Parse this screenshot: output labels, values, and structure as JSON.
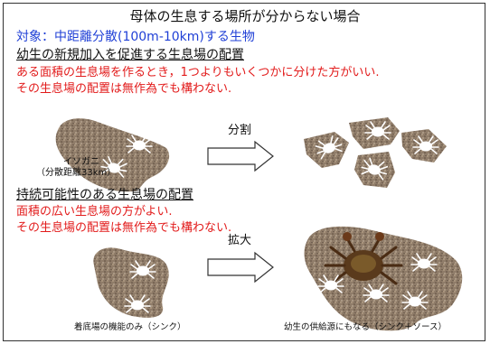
{
  "title": "母体の生息する場所が分からない場合",
  "target_line": "対象：中距離分散(100m-10km)する生物",
  "section1": {
    "heading": "幼生の新規加入を促進する生息場の配置",
    "line1": "ある面積の生息場を作るとき，1つよりもいくつかに分けた方がいい.",
    "line2": "その生息場の配置は無作為でも構わない.",
    "arrow_label": "分割",
    "species_label": "イソガニ",
    "species_sub": "（分散距離33km）"
  },
  "section2": {
    "heading": "持続可能性のある生息場の配置",
    "line1": "面積の広い生息場の方がよい.",
    "line2": "その生息場の配置は無作為でも構わない.",
    "arrow_label": "拡大",
    "left_caption": "着底場の機能のみ（シンク）",
    "right_caption": "幼生の供給源にもなる（シンク＋ソース）"
  },
  "colors": {
    "blue": "#1f3fd6",
    "red": "#e21b1b",
    "gravel": "#8a7866"
  }
}
